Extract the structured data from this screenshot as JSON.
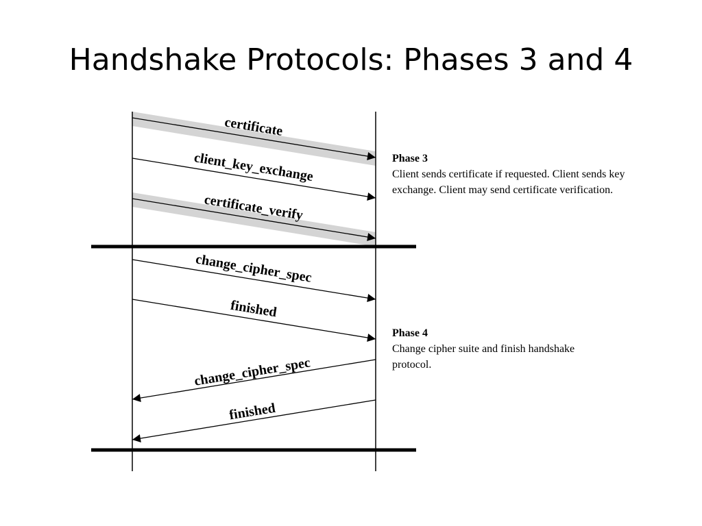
{
  "slide": {
    "title": "Handshake Protocols: Phases 3 and 4"
  },
  "messages": [
    {
      "label": "certificate",
      "direction": "client-to-server",
      "phase": 3,
      "optional": true
    },
    {
      "label": "client_key_exchange",
      "direction": "client-to-server",
      "phase": 3,
      "optional": false
    },
    {
      "label": "certificate_verify",
      "direction": "client-to-server",
      "phase": 3,
      "optional": true
    },
    {
      "label": "change_cipher_spec",
      "direction": "client-to-server",
      "phase": 4,
      "optional": false
    },
    {
      "label": "finished",
      "direction": "client-to-server",
      "phase": 4,
      "optional": false
    },
    {
      "label": "change_cipher_spec",
      "direction": "server-to-client",
      "phase": 4,
      "optional": false
    },
    {
      "label": "finished",
      "direction": "server-to-client",
      "phase": 4,
      "optional": false
    }
  ],
  "phases": [
    {
      "heading": "Phase 3",
      "description": "Client sends certificate if requested. Client sends key exchange. Client may send certificate verification."
    },
    {
      "heading": "Phase 4",
      "description": "Change cipher suite and finish handshake protocol."
    }
  ],
  "colors": {
    "line": "#000000",
    "optional_band": "#d4d4d4"
  }
}
